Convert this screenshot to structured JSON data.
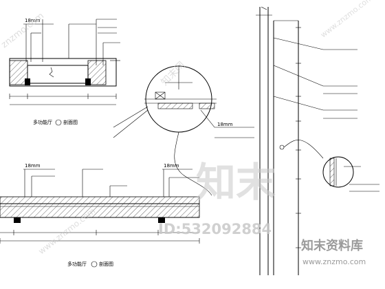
{
  "labels": {
    "top_left_callout": "18mm",
    "circle_callout": "18mm",
    "bottom_callout_left": "18mm",
    "bottom_callout_right": "18mm",
    "section_top_title": "多功能厅",
    "section_top_suffix": "剖面图",
    "section_bottom_title": "多功能厅",
    "section_bottom_suffix": "剖面图"
  },
  "watermark": {
    "big_text": "知末",
    "id_text": "ID:532092884",
    "brand_cn": "知末资料库",
    "brand_url": "www.znzmo.com",
    "diag_text": "znzmo.com",
    "bottom_left": "www.znzmo.com",
    "vertical_cn": "知末网",
    "top_right": "www.znzmo.com"
  }
}
